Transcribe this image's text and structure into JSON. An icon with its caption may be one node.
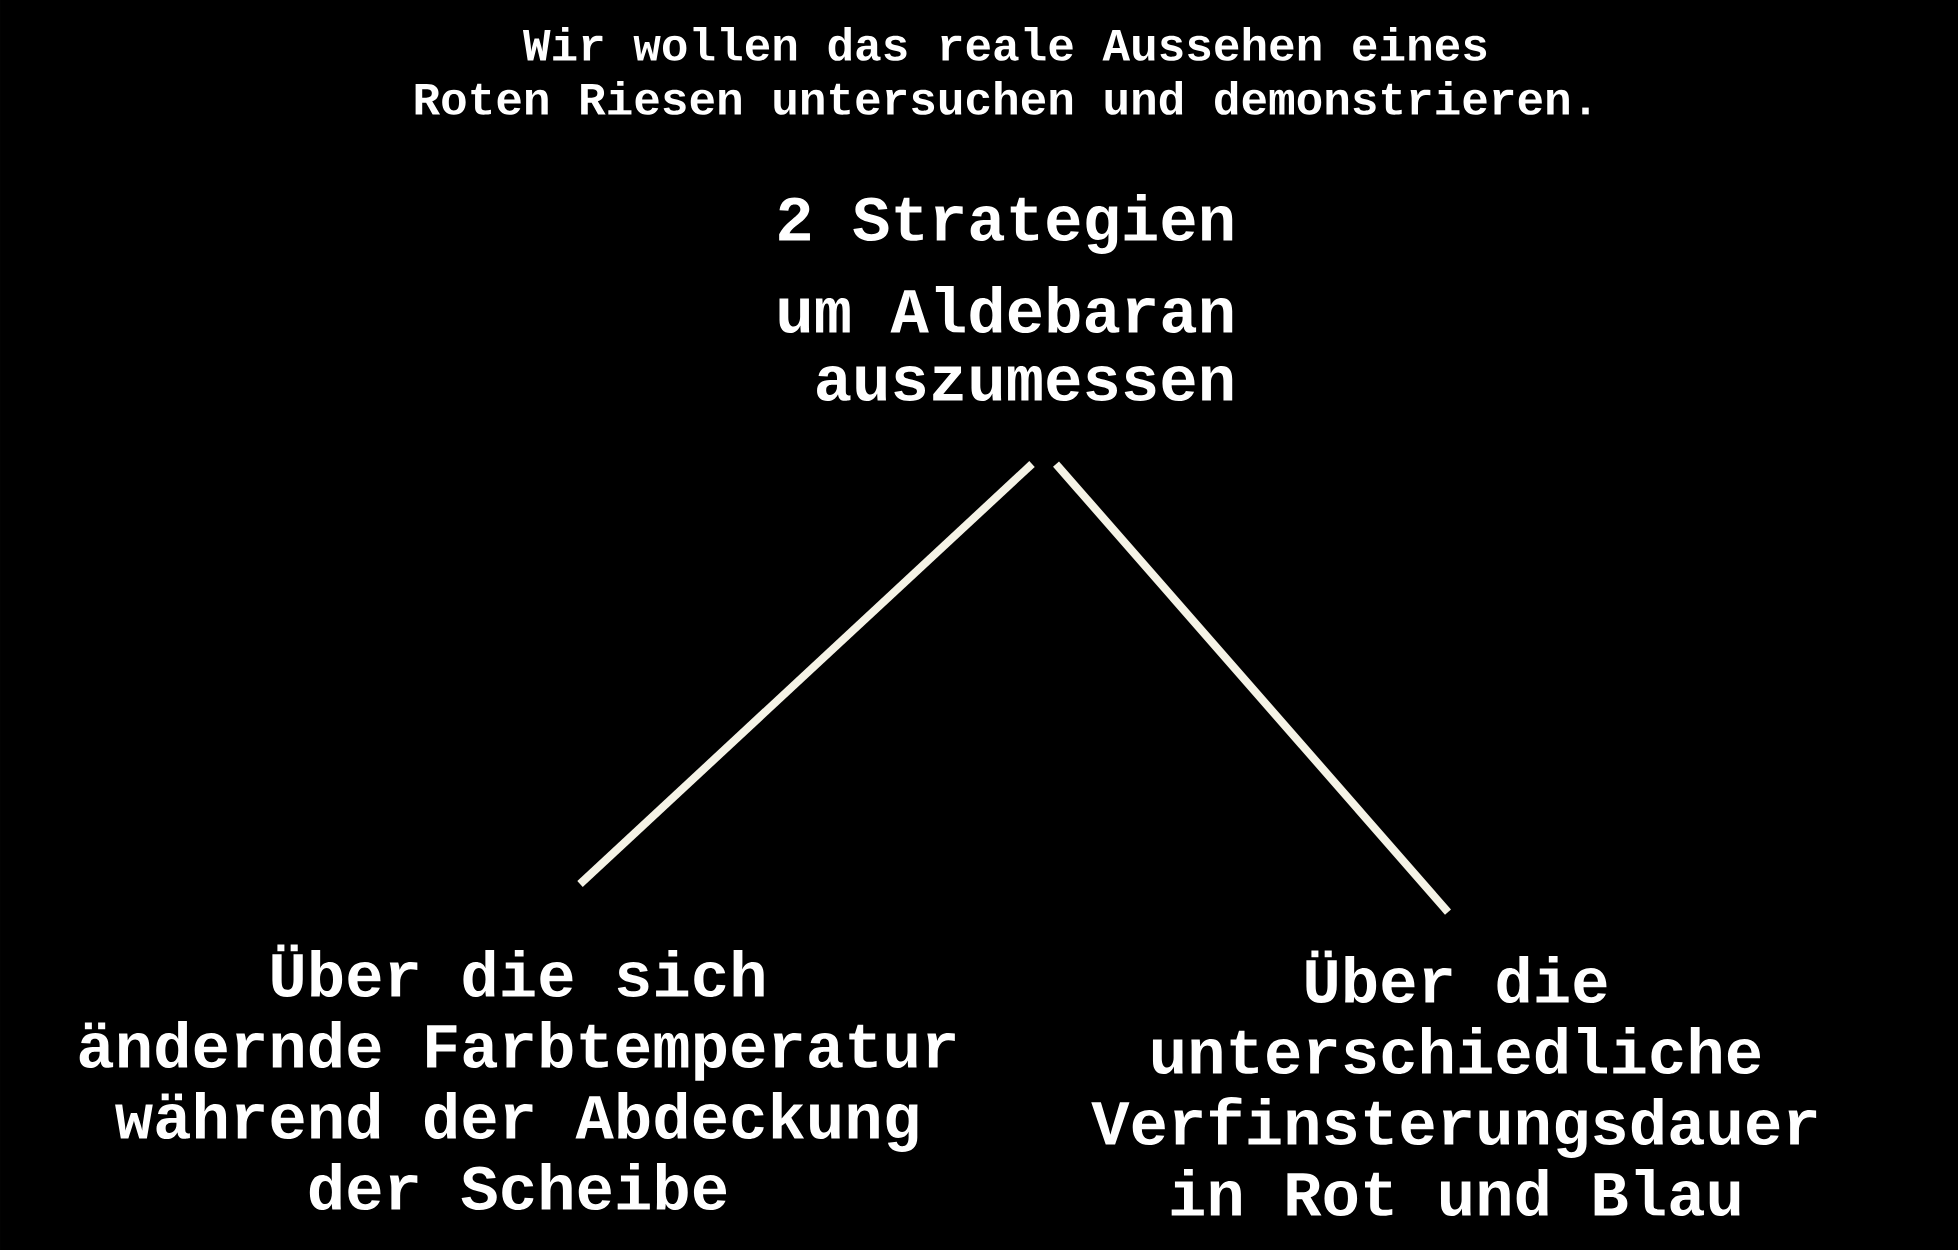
{
  "diagram": {
    "title": "Wir wollen das reale Aussehen eines Roten Riesen untersuchen und demonstrieren.",
    "nodes": [
      {
        "text": [
          "2 Strategien",
          "um Aldebaran auszumessen"
        ]
      },
      {
        "text": [
          "Über die sich ändernde Farbtemperatur während der Abdeckung der Scheibe"
        ]
      },
      {
        "text": [
          "Über die unterschiedliche Verfinsterungsdauer in Rot und Blau"
        ]
      }
    ],
    "edges": [
      {
        "from": 0,
        "to": 1,
        "arrow": "none"
      },
      {
        "from": 0,
        "to": 2,
        "arrow": "none"
      }
    ]
  }
}
